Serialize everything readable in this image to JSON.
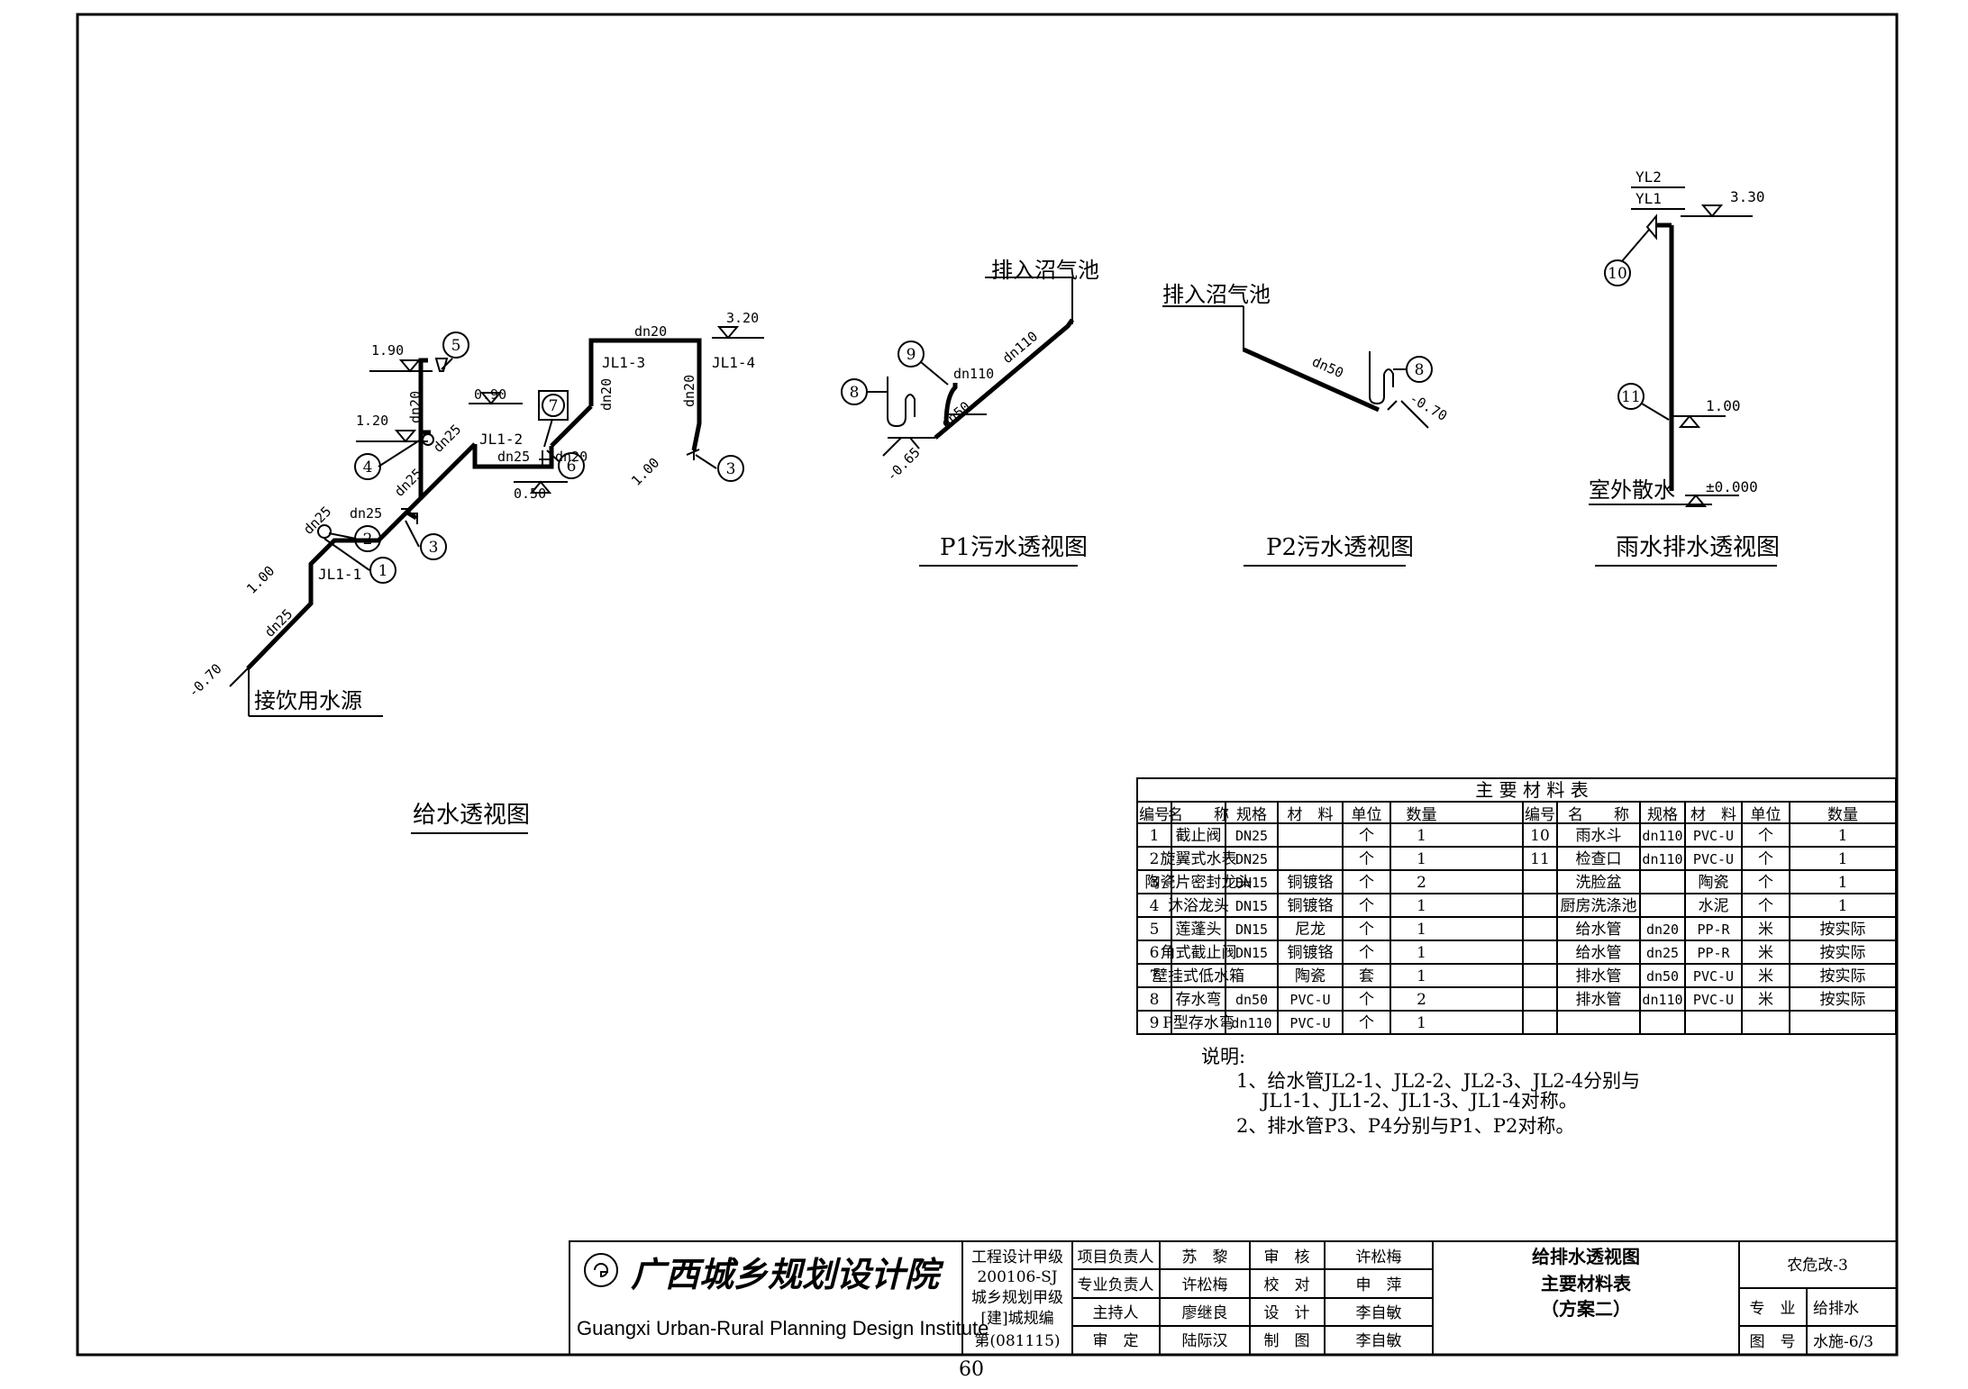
{
  "drawings": {
    "water_supply": {
      "title": "给水透视图",
      "source_label": "接饮用水源",
      "pipes": [
        "JL1-1",
        "JL1-2",
        "JL1-3",
        "JL1-4"
      ],
      "sizes": [
        "dn25",
        "dn25",
        "dn25",
        "dn25",
        "dn25",
        "dn20",
        "dn20",
        "dn20",
        "dn20",
        "dn20",
        "dn25"
      ],
      "elevations": [
        "-0.70",
        "1.00",
        "1.20",
        "1.90",
        "0.90",
        "0.50",
        "3.20",
        "1.00"
      ],
      "callouts": [
        "1",
        "2",
        "3",
        "4",
        "5",
        "6",
        "7",
        "3"
      ]
    },
    "p1": {
      "title": "P1污水透视图",
      "outlet": "排入沼气池",
      "sizes": [
        "dn110",
        "dn110",
        "dn50"
      ],
      "elevation": "-0.65",
      "callouts": [
        "8",
        "9"
      ]
    },
    "p2": {
      "title": "P2污水透视图",
      "outlet": "排入沼气池",
      "size": "dn50",
      "elevation": "-0.70",
      "callout": "8"
    },
    "rain": {
      "title": "雨水排水透视图",
      "labels": [
        "YL2",
        "YL1"
      ],
      "elevations": [
        "3.30",
        "1.00",
        "±0.000"
      ],
      "callouts": [
        "10",
        "11"
      ],
      "ground": "室外散水"
    }
  },
  "material_table": {
    "title": "主 要 材 料 表",
    "headers": [
      "编号",
      "名　　称",
      "规格",
      "材　料",
      "单位",
      "数量"
    ],
    "rows": [
      [
        "1",
        "截止阀",
        "DN25",
        "",
        "个",
        "1",
        "10",
        "雨水斗",
        "dn110",
        "PVC-U",
        "个",
        "1"
      ],
      [
        "2",
        "旋翼式水表",
        "DN25",
        "",
        "个",
        "1",
        "11",
        "检查口",
        "dn110",
        "PVC-U",
        "个",
        "1"
      ],
      [
        "3",
        "陶瓷片密封龙头",
        "DN15",
        "铜镀铬",
        "个",
        "2",
        "",
        "洗脸盆",
        "",
        "陶瓷",
        "个",
        "1"
      ],
      [
        "4",
        "沐浴龙头",
        "DN15",
        "铜镀铬",
        "个",
        "1",
        "",
        "厨房洗涤池",
        "",
        "水泥",
        "个",
        "1"
      ],
      [
        "5",
        "莲蓬头",
        "DN15",
        "尼龙",
        "个",
        "1",
        "",
        "给水管",
        "dn20",
        "PP-R",
        "米",
        "按实际"
      ],
      [
        "6",
        "角式截止阀",
        "DN15",
        "铜镀铬",
        "个",
        "1",
        "",
        "给水管",
        "dn25",
        "PP-R",
        "米",
        "按实际"
      ],
      [
        "7",
        "壁挂式低水箱",
        "",
        "陶瓷",
        "套",
        "1",
        "",
        "排水管",
        "dn50",
        "PVC-U",
        "米",
        "按实际"
      ],
      [
        "8",
        "存水弯",
        "dn50",
        "PVC-U",
        "个",
        "2",
        "",
        "排水管",
        "dn110",
        "PVC-U",
        "米",
        "按实际"
      ],
      [
        "9",
        "P型存水弯",
        "dn110",
        "PVC-U",
        "个",
        "1",
        "",
        "",
        "",
        "",
        "",
        ""
      ]
    ]
  },
  "notes": {
    "heading": "说明:",
    "lines": [
      "1、给水管JL2-1、JL2-2、JL2-3、JL2-4分别与",
      "JL1-1、JL1-2、JL1-3、JL1-4对称。",
      "2、排水管P3、P4分别与P1、P2对称。"
    ]
  },
  "title_block": {
    "institute_cn": "广西城乡规划设计院",
    "institute_en": "Guangxi Urban-Rural Planning Design Institute",
    "qualification": [
      "工程设计甲级",
      "200106-SJ",
      "城乡规划甲级",
      "[建]城规编",
      "第(081115)"
    ],
    "roles": [
      [
        "项目负责人",
        "苏　黎",
        "审　核",
        "许松梅"
      ],
      [
        "专业负责人",
        "许松梅",
        "校　对",
        "申　萍"
      ],
      [
        "主持人",
        "廖继良",
        "设　计",
        "李自敏"
      ],
      [
        "审　定",
        "陆际汉",
        "制　图",
        "李自敏"
      ]
    ],
    "drawing_title": [
      "给排水透视图",
      "主要材料表",
      "（方案二）"
    ],
    "project": "农危改-3",
    "discipline_label": "专　业",
    "discipline": "给排水",
    "number_label": "图　号",
    "number": "水施-6/3"
  },
  "page_number": "60"
}
